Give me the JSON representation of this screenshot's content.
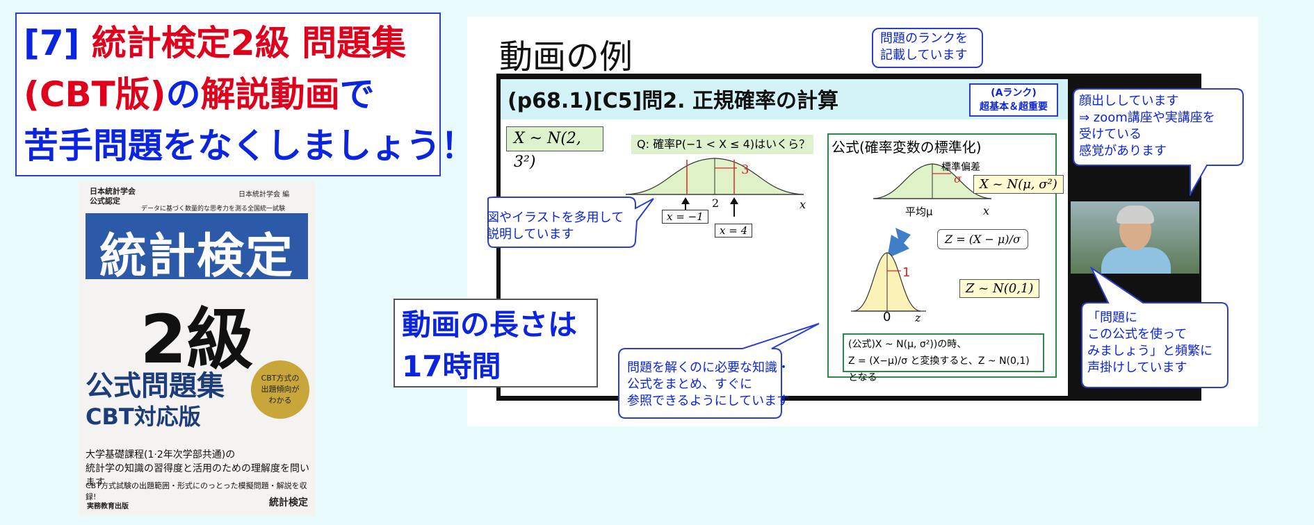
{
  "headline": {
    "line1_prefix": "[7] ",
    "line1_red": "統計検定2級 問題集",
    "line2_red": "(CBT版)",
    "line2_blue1": "の",
    "line2_red2": "解説動画",
    "line2_blue2": "で",
    "line3": "苦手問題をなくしましょう！"
  },
  "book": {
    "assoc": "日本統計学会\n公式認定",
    "assoc2": "日本統計学会 編",
    "motto": "データに基づく数量的な思考力を測る全国統一試験",
    "title": "統計検定",
    "grade": "2級",
    "subtitle1": "公式問題集",
    "subtitle2": "CBT対応版",
    "badge": "CBT方式の\n出題傾向が\nわかる",
    "desc1": "大学基礎課程(1·2年次学部共通)の",
    "desc2": "統計学の知識の習得度と活用のための理解度を問います",
    "desc3": "CBT方式試験の出題範囲・形式にのっとった模擬問題・解説を収録!",
    "publisher": "実務教育出版",
    "logo": "統計検定"
  },
  "example": {
    "title": "動画の例",
    "rank_note_line1": "問題のランクを",
    "rank_note_line2": "記載しています"
  },
  "slide": {
    "title": "(p68.1)[C5]問2. 正規確率の計算",
    "rank_line1": "(Aランク)",
    "rank_line2": "超基本＆超重要",
    "dist": "X ~ N(2, 3²)",
    "question": "Q:  確率P(−1 < X ≤ 4)はいくら？",
    "mean_label": "2",
    "x_label": "x",
    "lower": "x = −1",
    "upper": "x = 4",
    "tick3": "3",
    "formula_title": "公式(確率変数の標準化)",
    "std_label": "標準偏差",
    "sigma": "σ",
    "mean_mu": "平均μ",
    "x_axis": "x",
    "xn_mu": "X ~ N(μ, σ²)",
    "z_formula": "Z = (X − μ)/σ",
    "one": "1",
    "zero": "0",
    "z": "z",
    "z_std": "Z ~ N(0,1)",
    "formula_line1": "(公式)X ~ N(μ, σ²))の時、",
    "formula_line2": "Z = (X−μ)/σ と変換すると、Z ~ N(0,1)となる"
  },
  "bubbles": {
    "illust_line1": "図やイラストを多用して",
    "illust_line2": "説明しています",
    "face_line1": "顔出ししています",
    "face_line2": "⇒ zoom講座や実講座を",
    "face_line3": "受けている",
    "face_line4": "感覚があります",
    "knowledge_line1": "問題を解くのに必要な知識・",
    "knowledge_line2": "公式をまとめ、すぐに",
    "knowledge_line3": "参照できるようにしています",
    "call_line1": "「問題に",
    "call_line2": "この公式を使って",
    "call_line3": "みましょう」と頻繁に",
    "call_line4": "声掛けしています"
  },
  "length": {
    "line1": "動画の長さは",
    "line2": "17時間"
  },
  "colors": {
    "accent_blue": "#0a24e0",
    "accent_red": "#e0001b",
    "background": "#eafbfd"
  }
}
